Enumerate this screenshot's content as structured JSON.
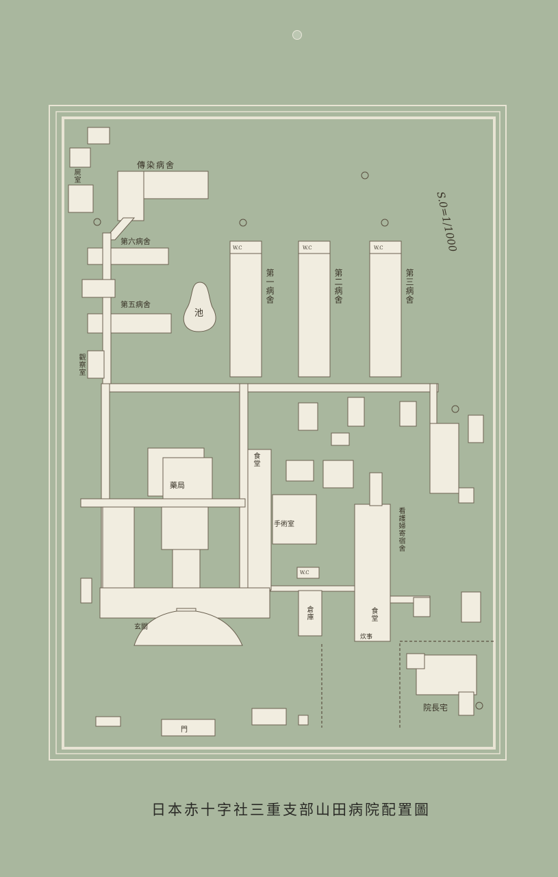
{
  "caption": "日本赤十字社三重支部山田病院配置圖",
  "scale": "S.0=1/1000",
  "labels": {
    "ward1": "第一病舍",
    "ward2": "第二病舍",
    "ward3": "第三病舍",
    "ward5": "第五病舍",
    "ward6": "第六病舍",
    "isolation_ward": "傳染病舍",
    "pond": "池",
    "morgue": "屍室",
    "observation": "觀察室",
    "surgery": "手術室",
    "dining1": "食堂",
    "dining2": "食堂",
    "nurses": "看護婦寄宿舍",
    "residence": "院長宅",
    "storehouse": "倉庫",
    "wc1": "W.C",
    "wc2": "W.C",
    "wc3": "W.C",
    "wc4": "W.C",
    "gate": "門",
    "kitchen": "炊事",
    "entrance": "玄關",
    "drug": "藥局"
  }
}
